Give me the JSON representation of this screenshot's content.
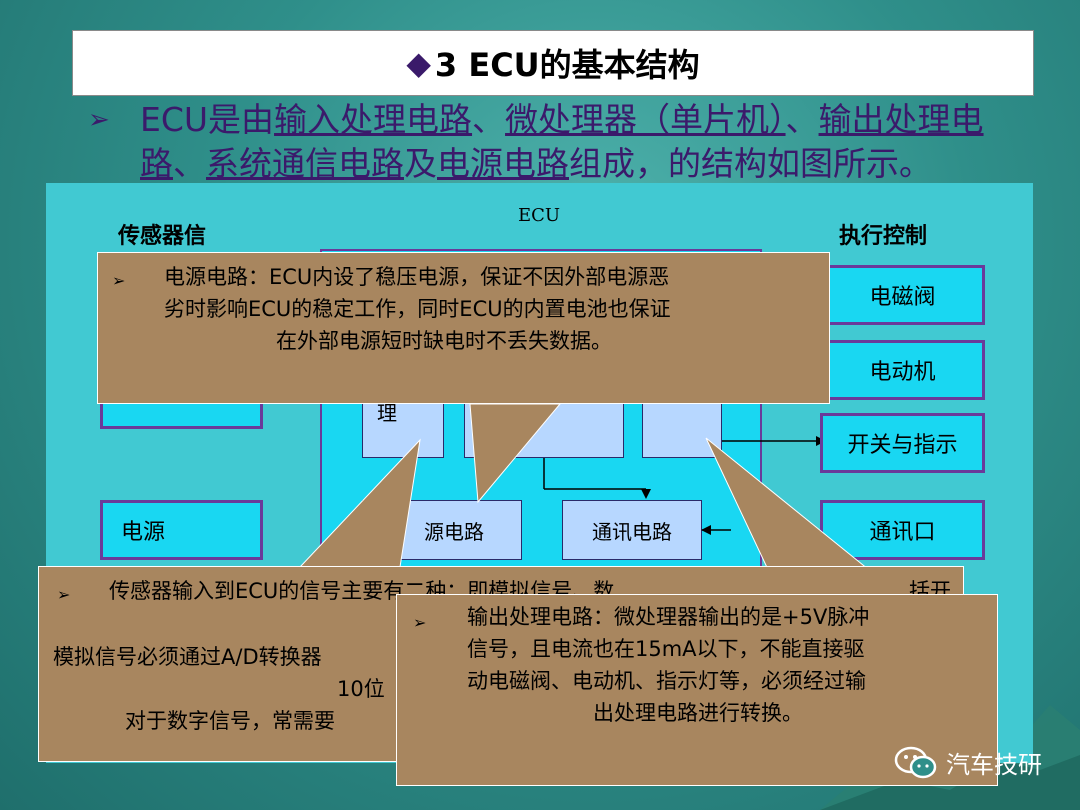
{
  "title": {
    "bullet": "◆",
    "text": "3 ECU的基本结构"
  },
  "intro": {
    "bullet": "➢",
    "parts": [
      {
        "t": "ECU是由",
        "u": false
      },
      {
        "t": "输入处理电路",
        "u": true
      },
      {
        "t": "、",
        "u": false
      },
      {
        "t": "微处理器（单片机）",
        "u": true
      },
      {
        "t": "、",
        "u": false
      },
      {
        "t": "输出处理电路",
        "u": true
      },
      {
        "t": "、",
        "u": false
      },
      {
        "t": "系统通信电路",
        "u": true
      },
      {
        "t": "及",
        "u": false
      },
      {
        "t": "电源电路",
        "u": true
      },
      {
        "t": "组成，的结构如图所示。",
        "u": false
      }
    ]
  },
  "diagram": {
    "sensor_label": "传感器信",
    "ecu_label": "ECU",
    "actuator_label": "执行控制",
    "inner_li": "理",
    "power_circuit": "源电路",
    "comm_circuit": "通讯电路",
    "left_power": "电源",
    "outputs": [
      "电磁阀",
      "电动机",
      "开关与指示",
      "通讯口"
    ]
  },
  "callouts": {
    "power": {
      "bullet": "➢",
      "lines": [
        "电源电路：ECU内设了稳压电源，保证不因外部电源恶",
        "劣时影响ECU的稳定工作，同时ECU的内置电池也保证",
        "在外部电源短时缺电时不丢失数据。"
      ]
    },
    "input": {
      "bullet": "➢",
      "lines": [
        "传感器输入到ECU的信号主要有二种：即模拟信号、数",
        "模拟信号必须通过A/D转换器",
        "10位",
        "对于数字信号，常需要"
      ],
      "tail": "括开"
    },
    "output": {
      "bullet": "➢",
      "lines": [
        "输出处理电路：微处理器输出的是+5V脉冲",
        "信号，且电流也在15mA以下，不能直接驱",
        "动电磁阀、电动机、指示灯等，必须经过输",
        "出处理电路进行转换。"
      ]
    }
  },
  "brand": {
    "name": "汽车技研",
    "icon": "wechat-icon"
  }
}
